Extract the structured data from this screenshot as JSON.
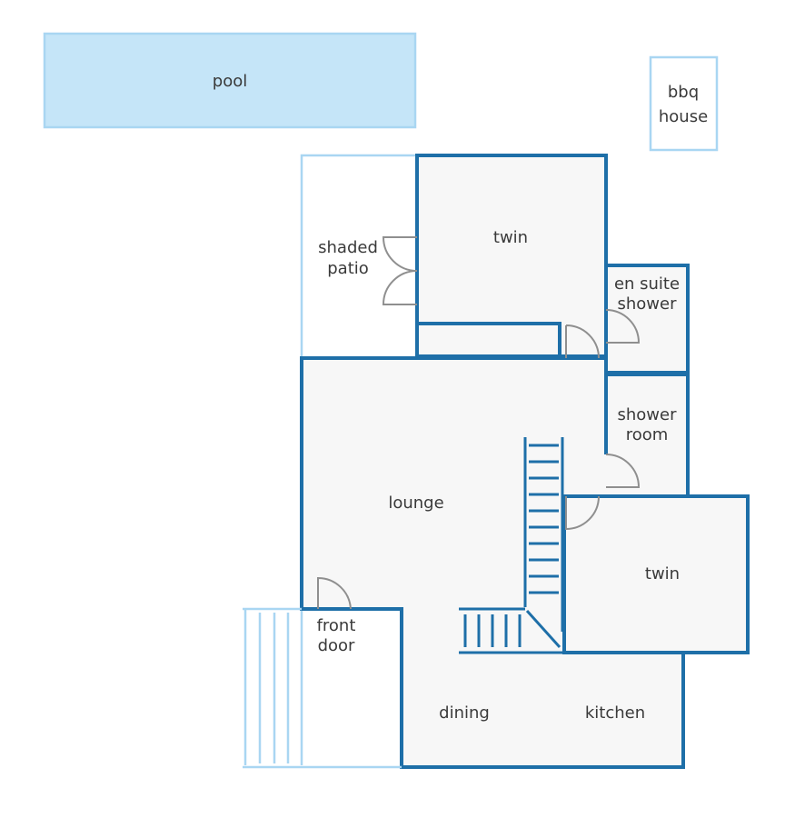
{
  "colors": {
    "wall": "#1e6fa8",
    "outdoor_outline": "#a9d6f2",
    "pool_fill": "#c5e5f8",
    "floor_fill": "#f7f7f7",
    "door_swing": "#8f8f8f"
  },
  "rooms": {
    "pool": "pool",
    "bbq_line1": "bbq",
    "bbq_line2": "house",
    "patio_line1": "shaded",
    "patio_line2": "patio",
    "twin_upper": "twin",
    "ensuite_line1": "en suite",
    "ensuite_line2": "shower",
    "shower_line1": "shower",
    "shower_line2": "room",
    "lounge": "lounge",
    "twin_lower": "twin",
    "front_line1": "front",
    "front_line2": "door",
    "dining": "dining",
    "kitchen": "kitchen"
  }
}
